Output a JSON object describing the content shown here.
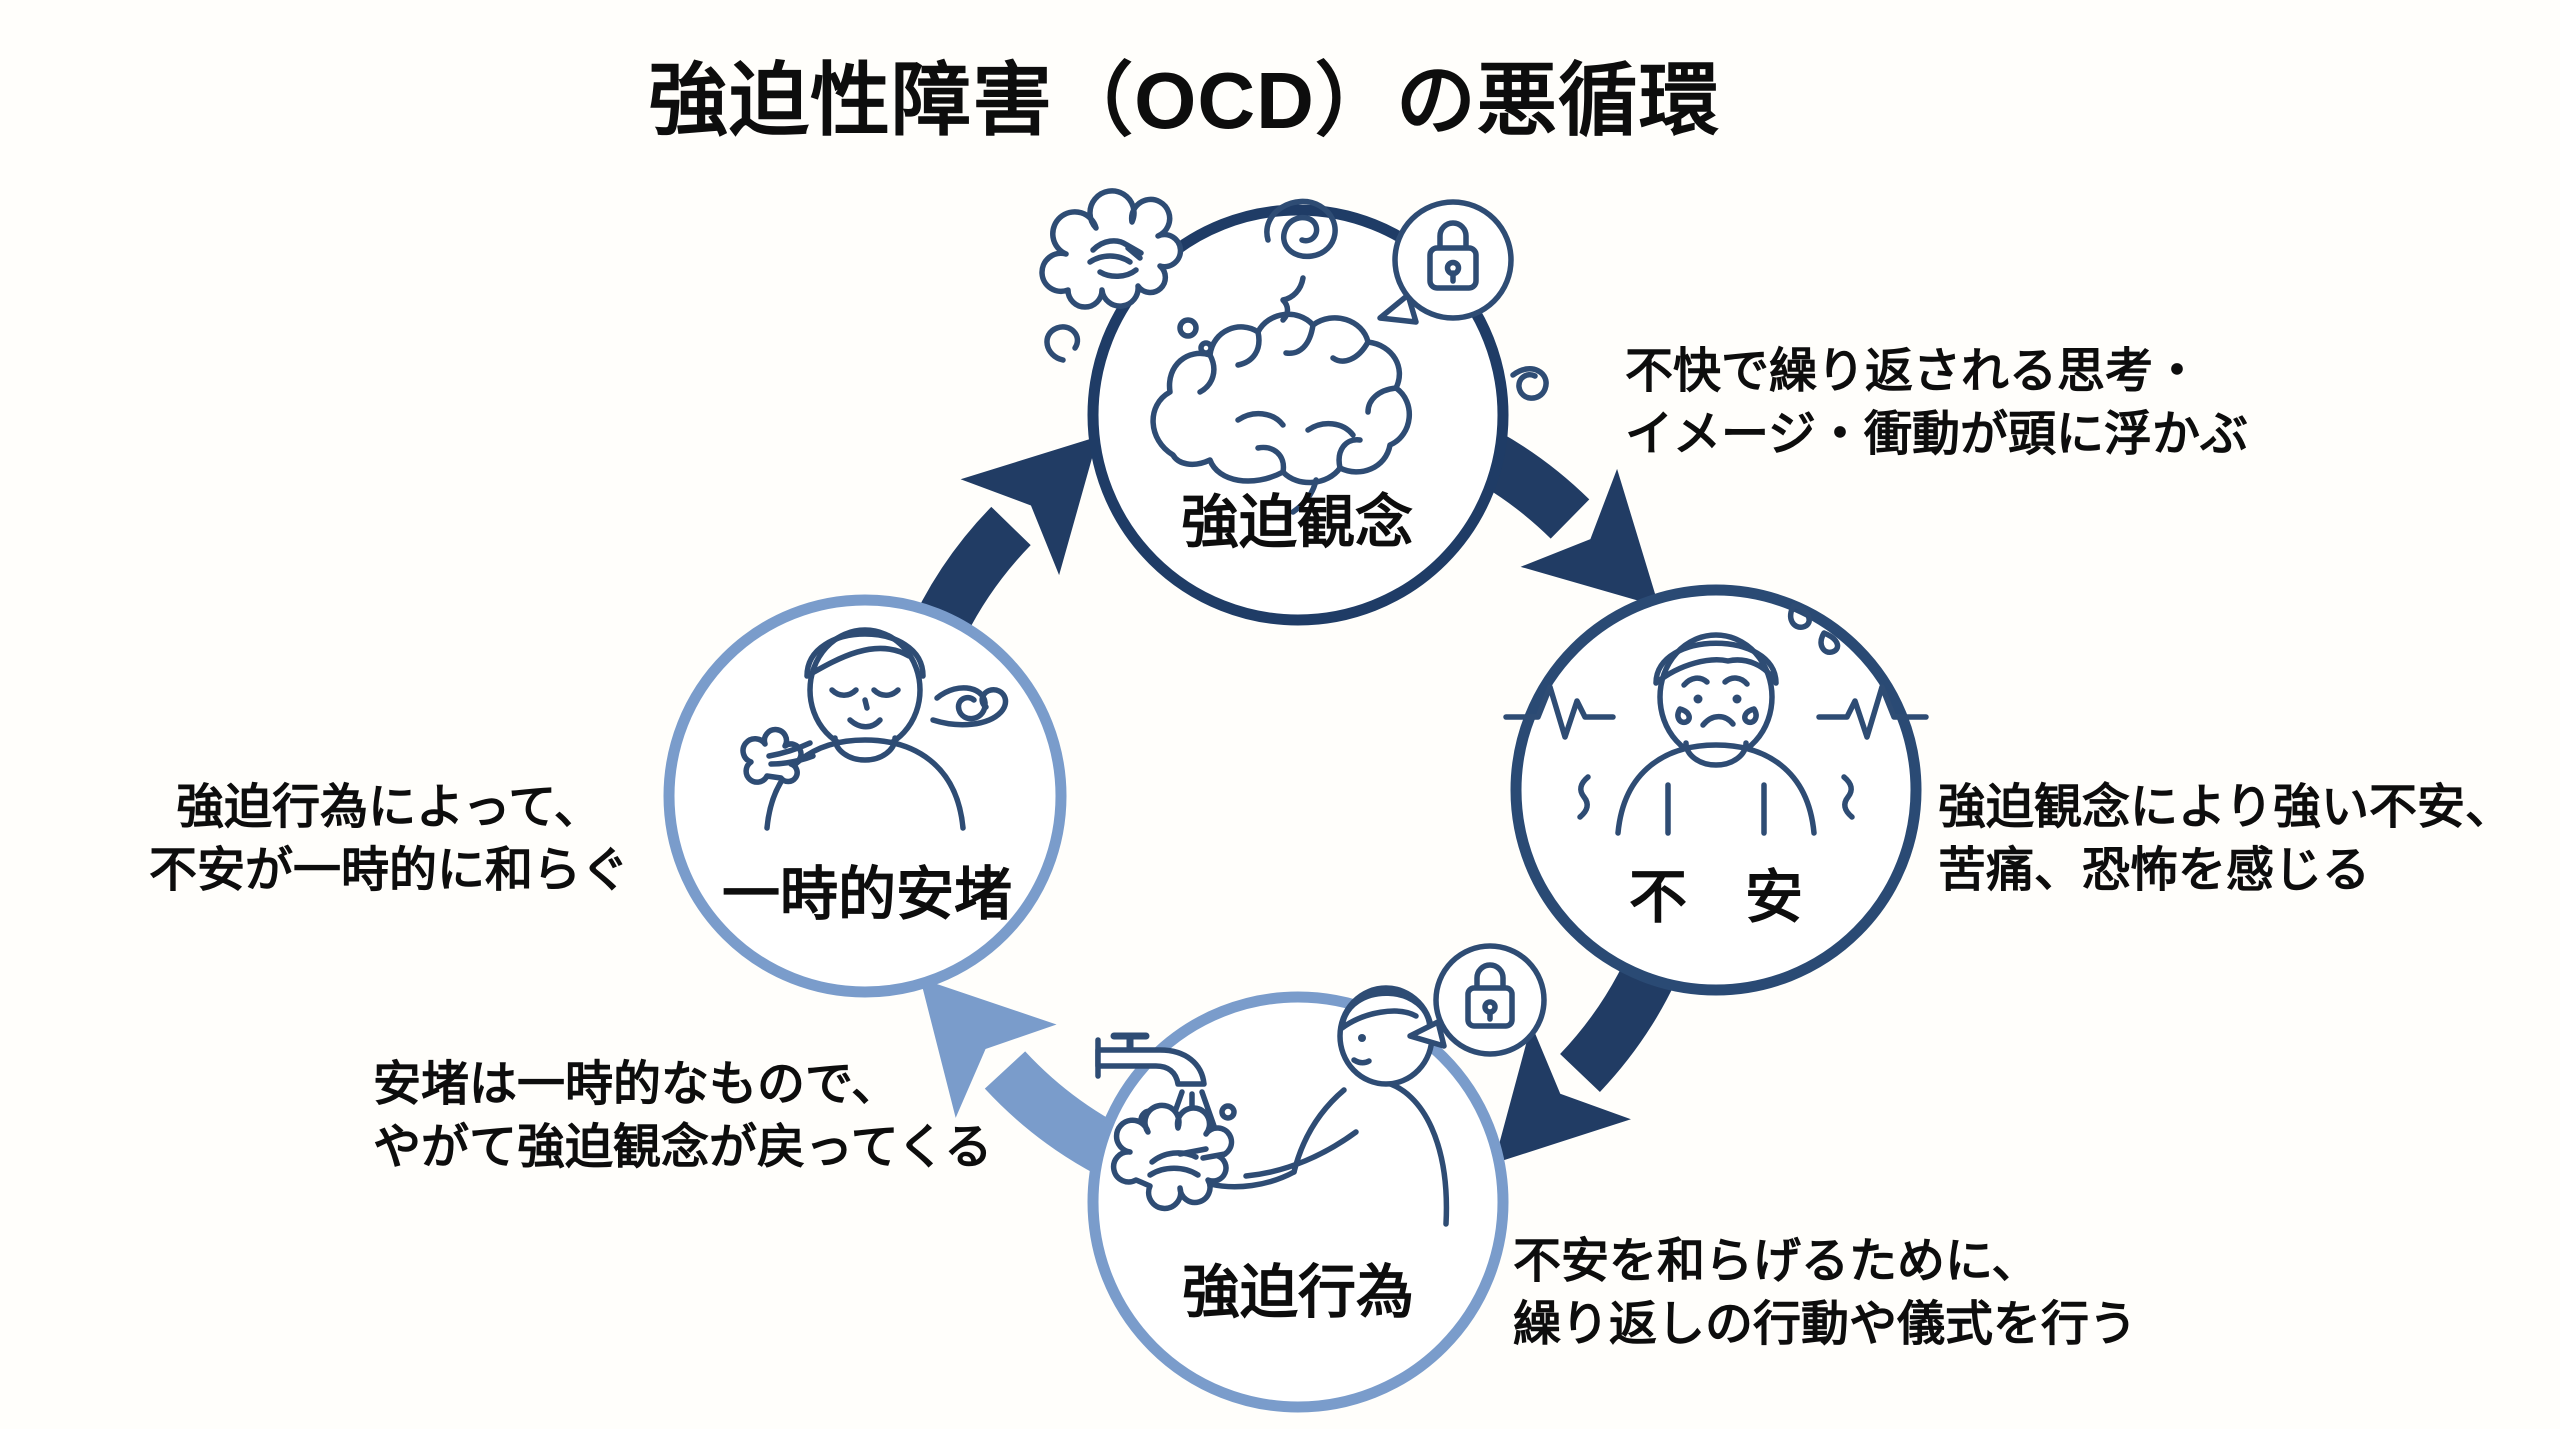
{
  "title": "強迫性障害（OCD）の悪循環",
  "colors": {
    "dark_navy": "#213C64",
    "steel_navy": "#2A4A74",
    "light_blue": "#7A9CCB",
    "icon_line": "#2E4C74",
    "text": "#0d0d0d",
    "background": "#fffefb"
  },
  "nodes": {
    "obsession": {
      "label": "強迫観念",
      "icon": "brain-with-intrusive-thoughts"
    },
    "anxiety": {
      "label": "不　安",
      "icon": "anxious-person"
    },
    "compulsion": {
      "label": "強迫行為",
      "icon": "hand-washing"
    },
    "relief": {
      "label": "一時的安堵",
      "icon": "relieved-person-exhaling"
    }
  },
  "annotations": {
    "obsession": "不快で繰り返される思考・\nイメージ・衝動が頭に浮かぶ",
    "anxiety": "強迫観念により強い不安、\n苦痛、恐怖を感じる",
    "compulsion": "不安を和らげるために、\n繰り返しの行動や儀式を行う",
    "relief_fades": "安堵は一時的なもので、\nやがて強迫観念が戻ってくる",
    "relief": "強迫行為によって、\n不安が一時的に和らぐ"
  }
}
